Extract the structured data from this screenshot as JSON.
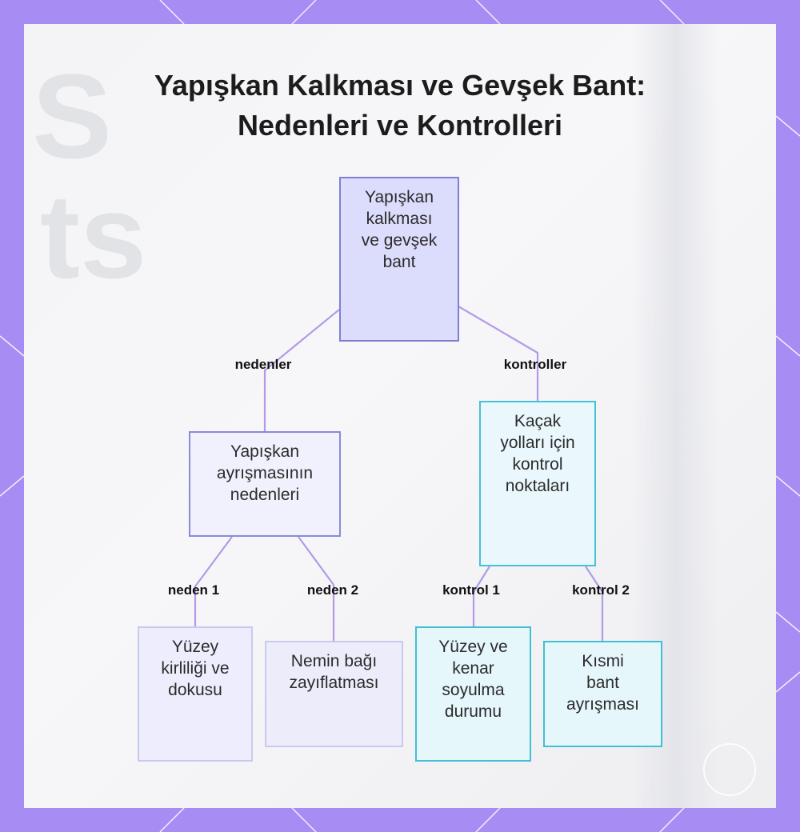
{
  "title": {
    "line1": "Yapışkan Kalkması ve Gevşek Bant:",
    "line2": "Nedenleri ve Kontrolleri"
  },
  "background_text": {
    "line1": "S",
    "line2": "ts"
  },
  "nodes": {
    "root": [
      "Yapışkan",
      "kalkması",
      "ve gevşek",
      "bant"
    ],
    "causes": [
      "Yapışkan",
      "ayrışmasının",
      "nedenleri"
    ],
    "controls": [
      "Kaçak",
      "yolları için",
      "kontrol",
      "noktaları"
    ],
    "cause1": [
      "Yüzey",
      "kirliliği ve",
      "dokusu"
    ],
    "cause2": [
      "Nemin bağı",
      "zayıflatması"
    ],
    "control1": [
      "Yüzey ve",
      "kenar",
      "soyulma",
      "durumu"
    ],
    "control2": [
      "Kısmi",
      "bant",
      "ayrışması"
    ]
  },
  "edge_labels": {
    "causes": "nedenler",
    "controls": "kontroller",
    "cause1": "neden 1",
    "cause2": "neden 2",
    "control1": "kontrol 1",
    "control2": "kontrol 2"
  },
  "colors": {
    "frame": "#a68cf3",
    "edge": "#b39ae6",
    "node_purple_border": "#7f7fd6",
    "node_cyan_border": "#45c2d6"
  }
}
